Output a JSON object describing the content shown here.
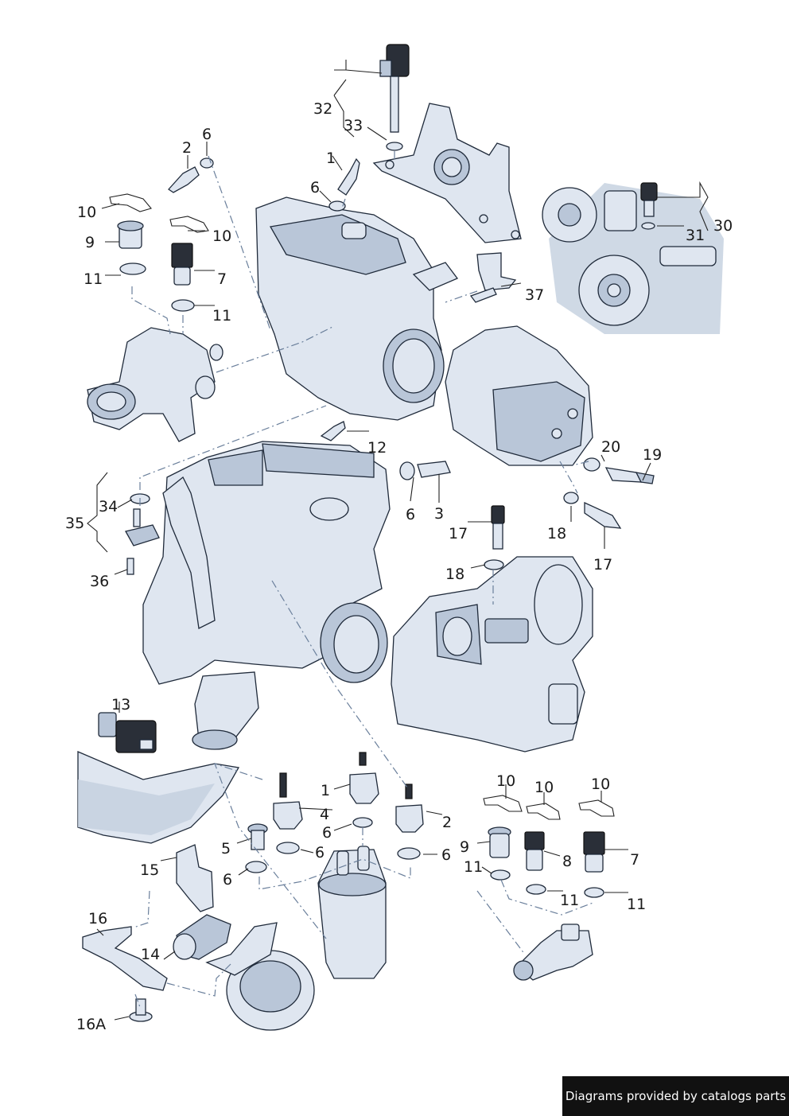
{
  "credit": "Diagrams provided by catalogs parts",
  "colors": {
    "part_fill": "#dfe6f0",
    "part_shade": "#b9c6d8",
    "outline": "#1f2a3a",
    "leader_dash": "#6a7f9b",
    "banner_bg": "#111111",
    "banner_text": "#ffffff"
  },
  "callouts": {
    "c32": "32",
    "c33": "33",
    "c1a": "1",
    "c6a": "6",
    "c6b": "6",
    "c2a": "2",
    "c10a": "10",
    "c10b": "10",
    "c9a": "9",
    "c7a": "7",
    "c11a": "11",
    "c11b": "11",
    "c30": "30",
    "c31": "31",
    "c37": "37",
    "c12": "12",
    "c6c": "6",
    "c3": "3",
    "c20": "20",
    "c19": "19",
    "c17a": "17",
    "c17b": "17",
    "c18a": "18",
    "c18b": "18",
    "c34": "34",
    "c35": "35",
    "c36": "36",
    "c13": "13",
    "c1b": "1",
    "c4": "4",
    "c2b": "2",
    "c5": "5",
    "c6d": "6",
    "c6e": "6",
    "c6f": "6",
    "c6g": "6",
    "c10c": "10",
    "c10d": "10",
    "c10e": "10",
    "c9b": "9",
    "c8": "8",
    "c7b": "7",
    "c11c": "11",
    "c11d": "11",
    "c11e": "11",
    "c15": "15",
    "c16": "16",
    "c14": "14",
    "c16a": "16A"
  }
}
